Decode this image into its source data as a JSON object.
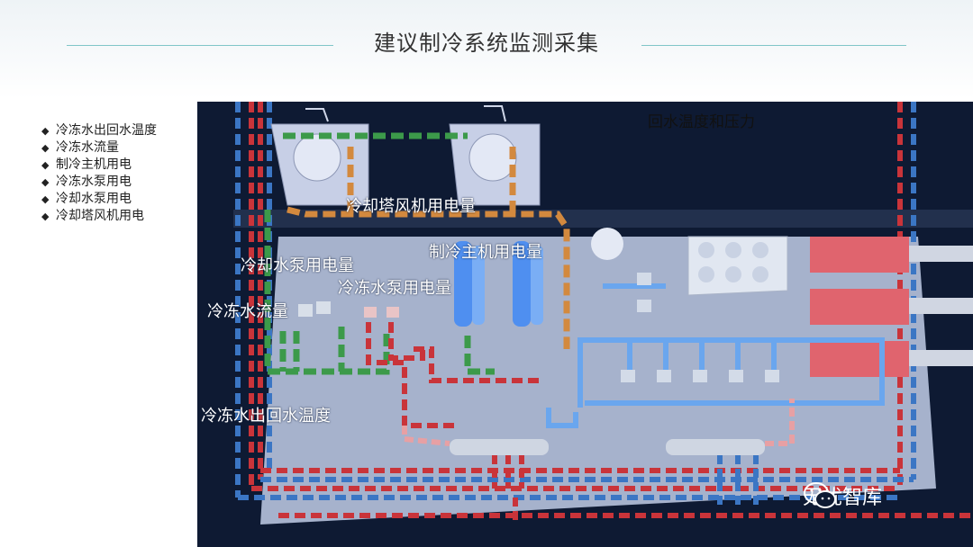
{
  "header": {
    "title": "建议制冷系统监测采集"
  },
  "bullet_list": [
    "冷冻水出回水温度",
    "冷冻水流量",
    "制冷主机用电",
    "冷冻水泵用电",
    "冷却水泵用电",
    "冷却塔风机用电"
  ],
  "bullet_symbol": "◆",
  "diagram_labels": {
    "return_water": "回水温度和压力",
    "cooling_tower_fan": "冷却塔风机用电量",
    "chiller_power": "制冷主机用电量",
    "cooling_pump_power": "冷却水泵用电量",
    "chilled_pump_power": "冷冻水泵用电量",
    "chilled_flow": "冷冻水流量",
    "chilled_temp": "冷冻水出回水温度"
  },
  "watermark": {
    "icon": "wechat-icon",
    "text": "无忧智库"
  },
  "colors": {
    "scene_background": "#0e1a33",
    "floor": "#b3bfd9",
    "red_pipe": "#c9343a",
    "blue_pipe": "#3b76c4",
    "green_pipe": "#3c9a4a",
    "orange_pipe": "#d3893e",
    "chiller_blue": "#4f8ff0",
    "red_unit": "#e0646e",
    "title_line": "#7fc6c8"
  }
}
